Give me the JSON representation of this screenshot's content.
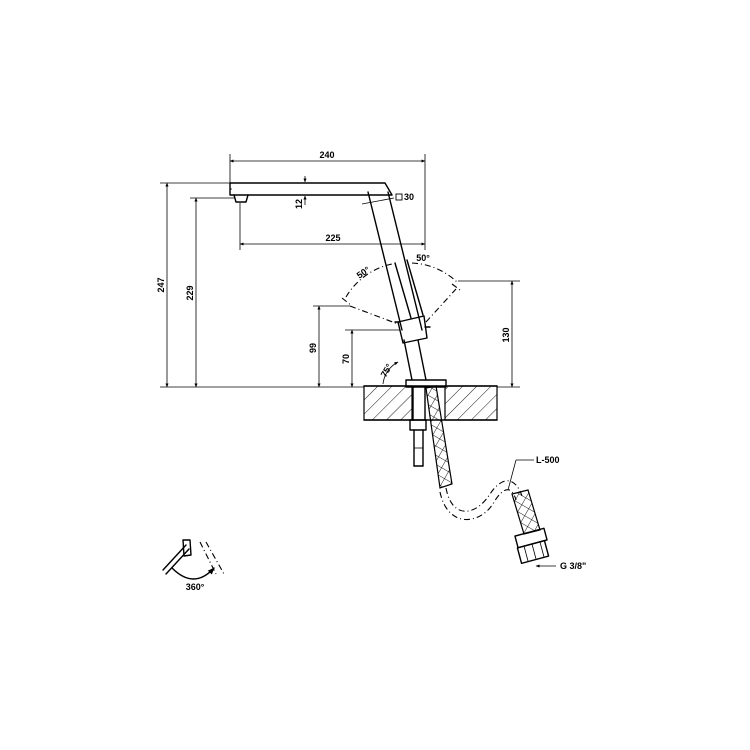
{
  "dimensions": {
    "width_total": "240",
    "spout_reach": "225",
    "height_total": "247",
    "height_outlet": "229",
    "spout_thickness": "12",
    "spout_section": "30",
    "lever_height": "130",
    "body_height_99": "99",
    "body_height_70": "70",
    "lever_angle_left": "50°",
    "lever_angle_right": "50°",
    "base_angle": "75°"
  },
  "hose": {
    "length": "L-500",
    "connection": "G 3/8\""
  },
  "rotation_symbol": {
    "label": "360°"
  }
}
